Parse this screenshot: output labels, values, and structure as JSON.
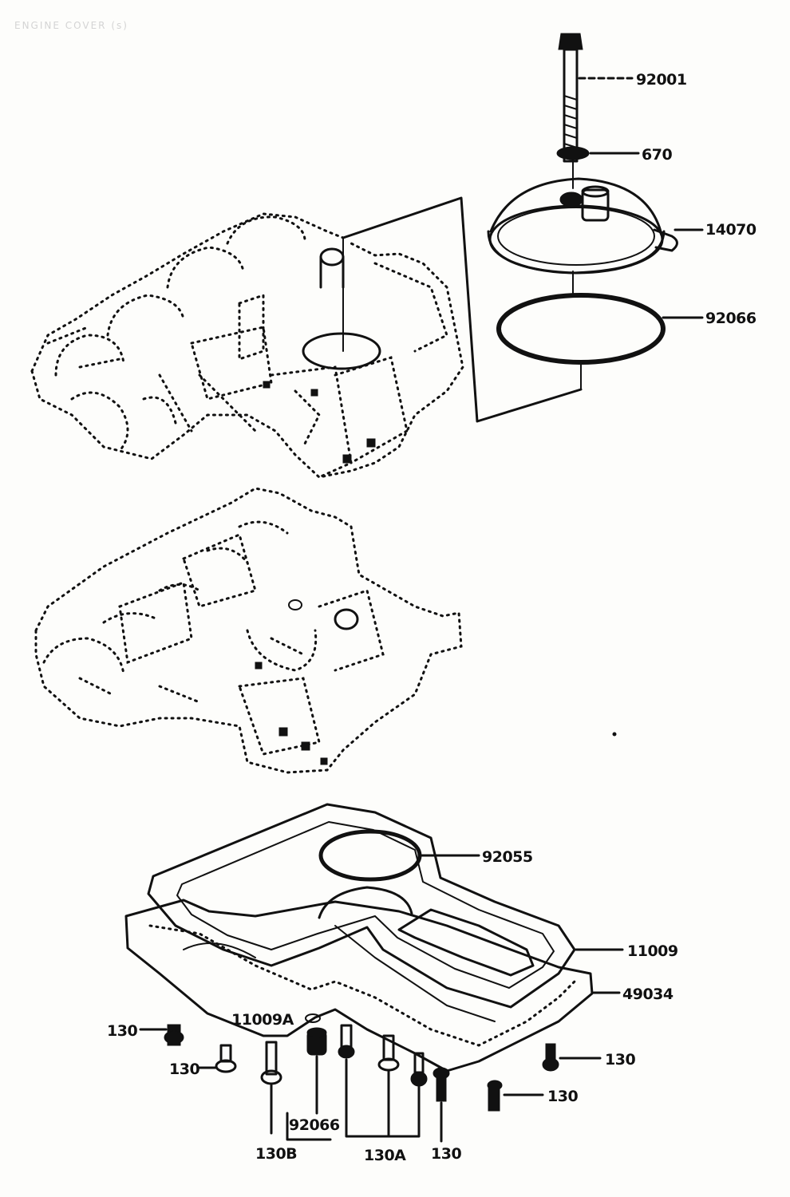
{
  "header_text": "ENGINE COVER (s)",
  "callouts": {
    "bolt_92001": "92001",
    "washer_670": "670",
    "cover_14070": "14070",
    "oring_92066_upper": "92066",
    "oring_92055": "92055",
    "gasket_11009": "11009",
    "oil_pan_49034": "49034",
    "gasket_11009A": "11009A",
    "plug_92066_lower": "92066",
    "bolt_130_left_top": "130",
    "bolt_130_left_mid": "130",
    "bolt_130_right_top": "130",
    "bolt_130_right_mid": "130",
    "bolt_130B": "130B",
    "bolt_130A": "130A",
    "bolt_130_bottom": "130"
  }
}
